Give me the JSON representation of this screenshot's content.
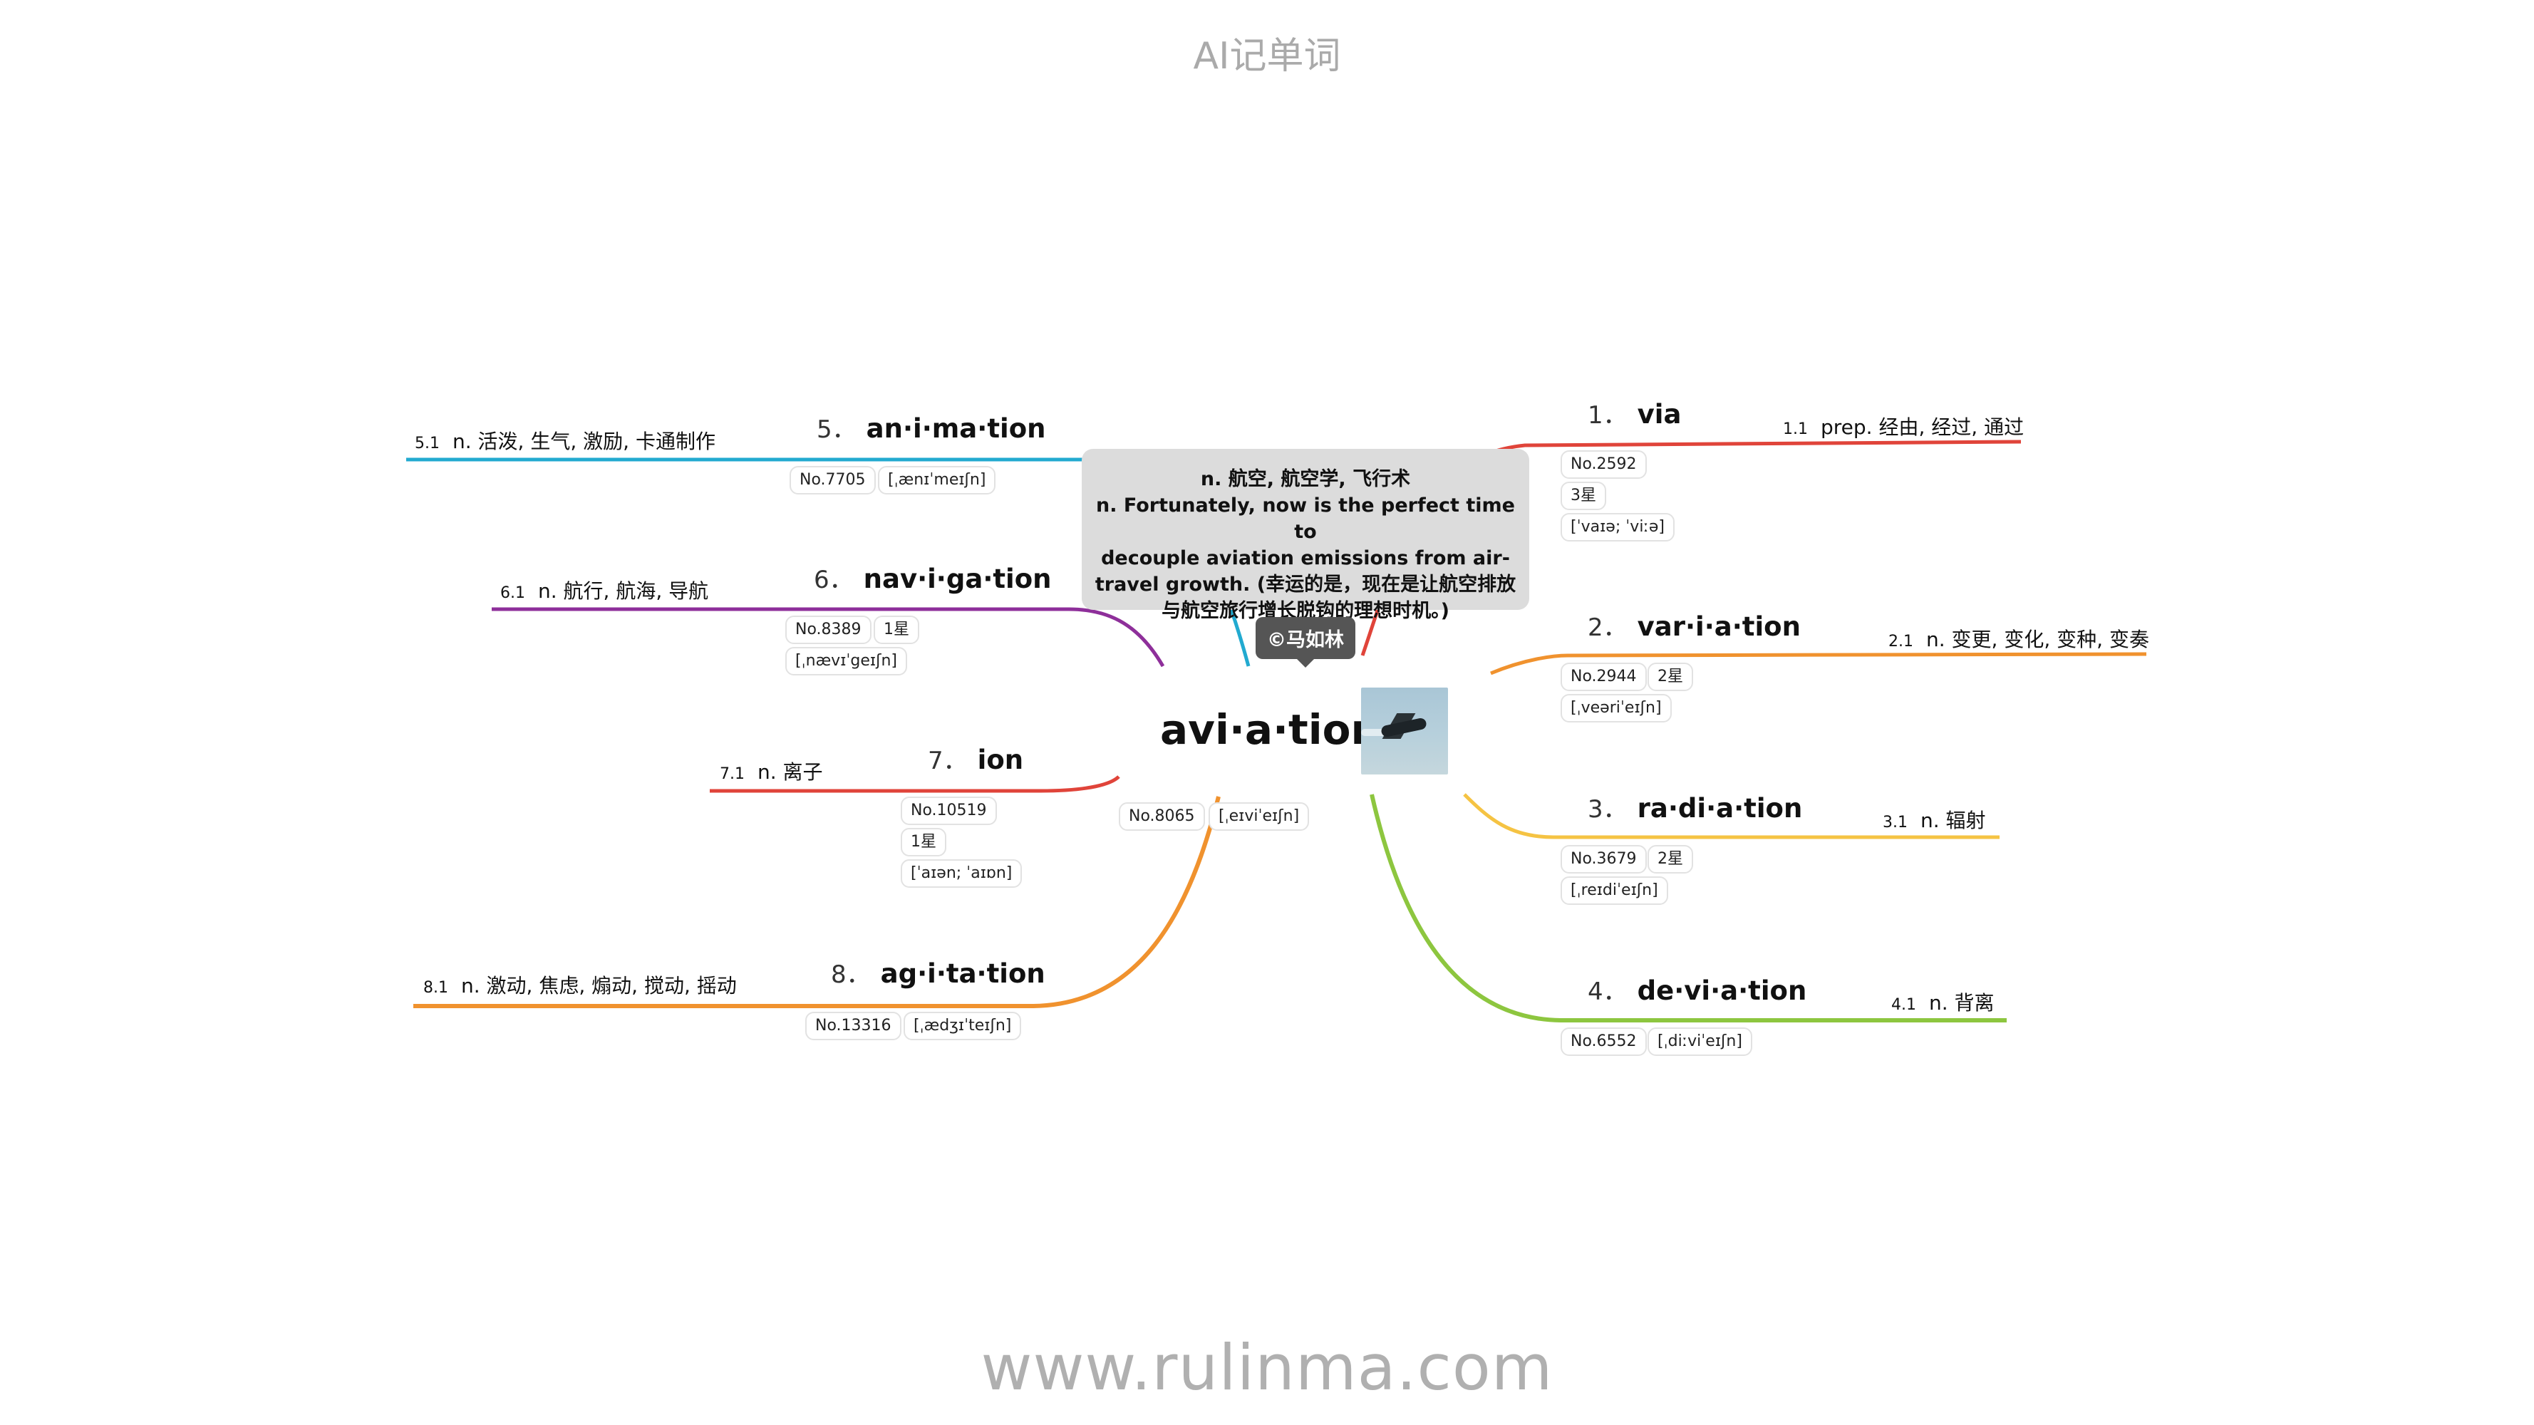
{
  "header": {
    "title": "AI记单词"
  },
  "footer": {
    "url": "www.rulinma.com"
  },
  "center": {
    "word": "avi·a·tion",
    "number": "No.8065",
    "phonetic": "[ˌeɪviˈeɪʃn]",
    "definition_lines": [
      "n. 航空, 航空学, 飞行术",
      "n. Fortunately, now is the perfect time to",
      "decouple aviation emissions from air-",
      "travel growth. (幸运的是，现在是让航空排放",
      "与航空旅行增长脱钩的理想时机。)"
    ],
    "author": "©马如林",
    "colors": {
      "branch1": "#e0443a",
      "branch2": "#f0922e",
      "branch3": "#f5c343",
      "branch4": "#8dc63f",
      "branch5": "#22aad0",
      "branch6": "#8e2f9a",
      "branch7": "#e0443a",
      "branch8": "#f0922e"
    }
  },
  "branches": [
    {
      "num": "1．",
      "word": "via",
      "def_num": "1.1",
      "def": "prep. 经由, 经过, 通过",
      "tags": [
        "No.2592",
        "3星",
        "[ˈvaɪə; ˈviːə]"
      ]
    },
    {
      "num": "2．",
      "word": "var·i·a·tion",
      "def_num": "2.1",
      "def": "n. 变更, 变化, 变种, 变奏",
      "tags": [
        "No.2944",
        "2星",
        "[ˌveəriˈeɪʃn]"
      ]
    },
    {
      "num": "3．",
      "word": "ra·di·a·tion",
      "def_num": "3.1",
      "def": "n. 辐射",
      "tags": [
        "No.3679",
        "2星",
        "[ˌreɪdiˈeɪʃn]"
      ]
    },
    {
      "num": "4．",
      "word": "de·vi·a·tion",
      "def_num": "4.1",
      "def": "n. 背离",
      "tags": [
        "No.6552",
        "[ˌdiːviˈeɪʃn]"
      ]
    },
    {
      "num": "5．",
      "word": "an·i·ma·tion",
      "def_num": "5.1",
      "def": "n. 活泼, 生气, 激励, 卡通制作",
      "tags": [
        "No.7705",
        "[ˌænɪˈmeɪʃn]"
      ]
    },
    {
      "num": "6．",
      "word": "nav·i·ga·tion",
      "def_num": "6.1",
      "def": "n. 航行, 航海, 导航",
      "tags": [
        "No.8389",
        "1星",
        "[ˌnævɪˈgeɪʃn]"
      ]
    },
    {
      "num": "7．",
      "word": "ion",
      "def_num": "7.1",
      "def": "n. 离子",
      "tags": [
        "No.10519",
        "1星",
        "[ˈaɪən; ˈaɪɒn]"
      ]
    },
    {
      "num": "8．",
      "word": "ag·i·ta·tion",
      "def_num": "8.1",
      "def": "n. 激动, 焦虑, 煽动, 搅动, 摇动",
      "tags": [
        "No.13316",
        "[ˌædʒɪˈteɪʃn]"
      ]
    }
  ]
}
